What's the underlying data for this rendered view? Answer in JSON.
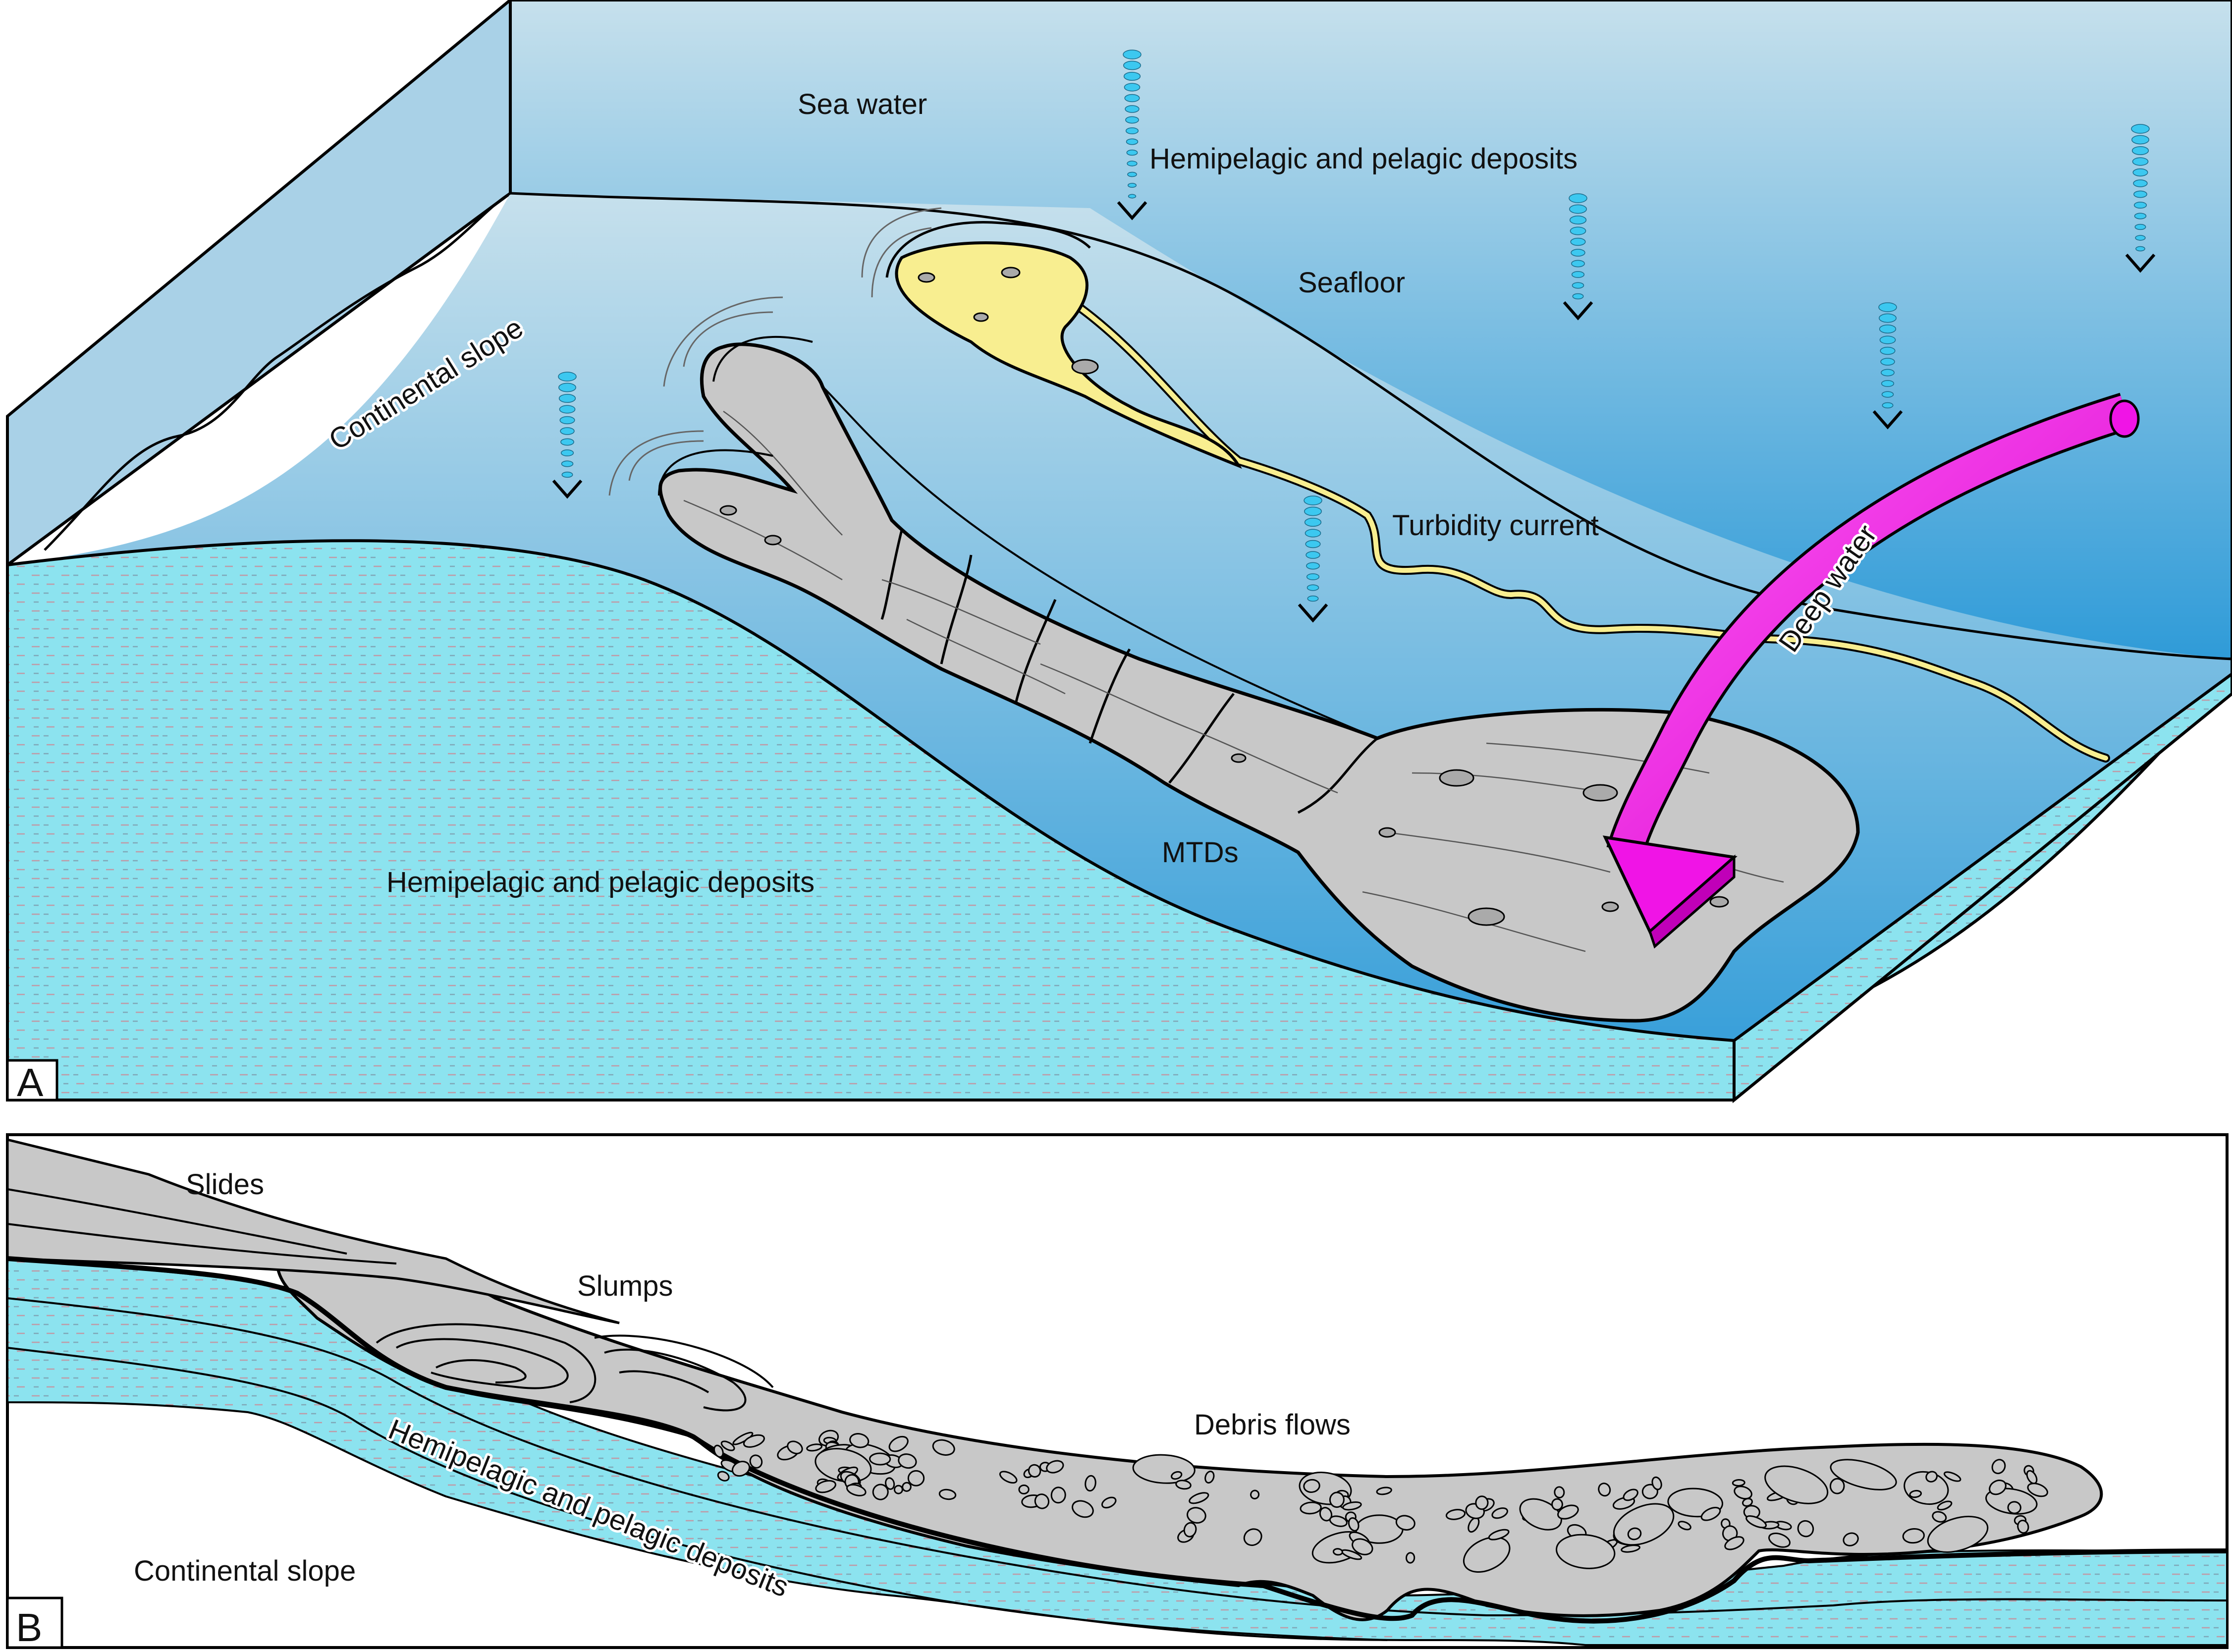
{
  "panel_a": {
    "letter": "A",
    "labels": {
      "sea_water": "Sea water",
      "hemipelagic_top": "Hemipelagic and pelagic deposits",
      "continental_slope": "Continental slope",
      "seafloor": "Seafloor",
      "turbidity_current": "Turbidity current",
      "deep_water": "Deep water",
      "mtds": "MTDs",
      "hemipelagic_bottom": "Hemipelagic and pelagic deposits"
    }
  },
  "panel_b": {
    "letter": "B",
    "labels": {
      "slides": "Slides",
      "slumps": "Slumps",
      "debris_flows": "Debris flows",
      "hemipelagic": "Hemipelagic and pelagic deposits",
      "continental_slope": "Continental slope"
    }
  },
  "colors": {
    "sea_top": "#c6e0ec",
    "sea_bottom": "#2f9bd8",
    "sediment": "#8ce3ef",
    "mtd_fill": "#c8c8c8",
    "turbidity": "#f8ee90",
    "deep_water_arrow": "#f014e6",
    "bubble": "#3cc8f0",
    "outline": "#000000"
  }
}
